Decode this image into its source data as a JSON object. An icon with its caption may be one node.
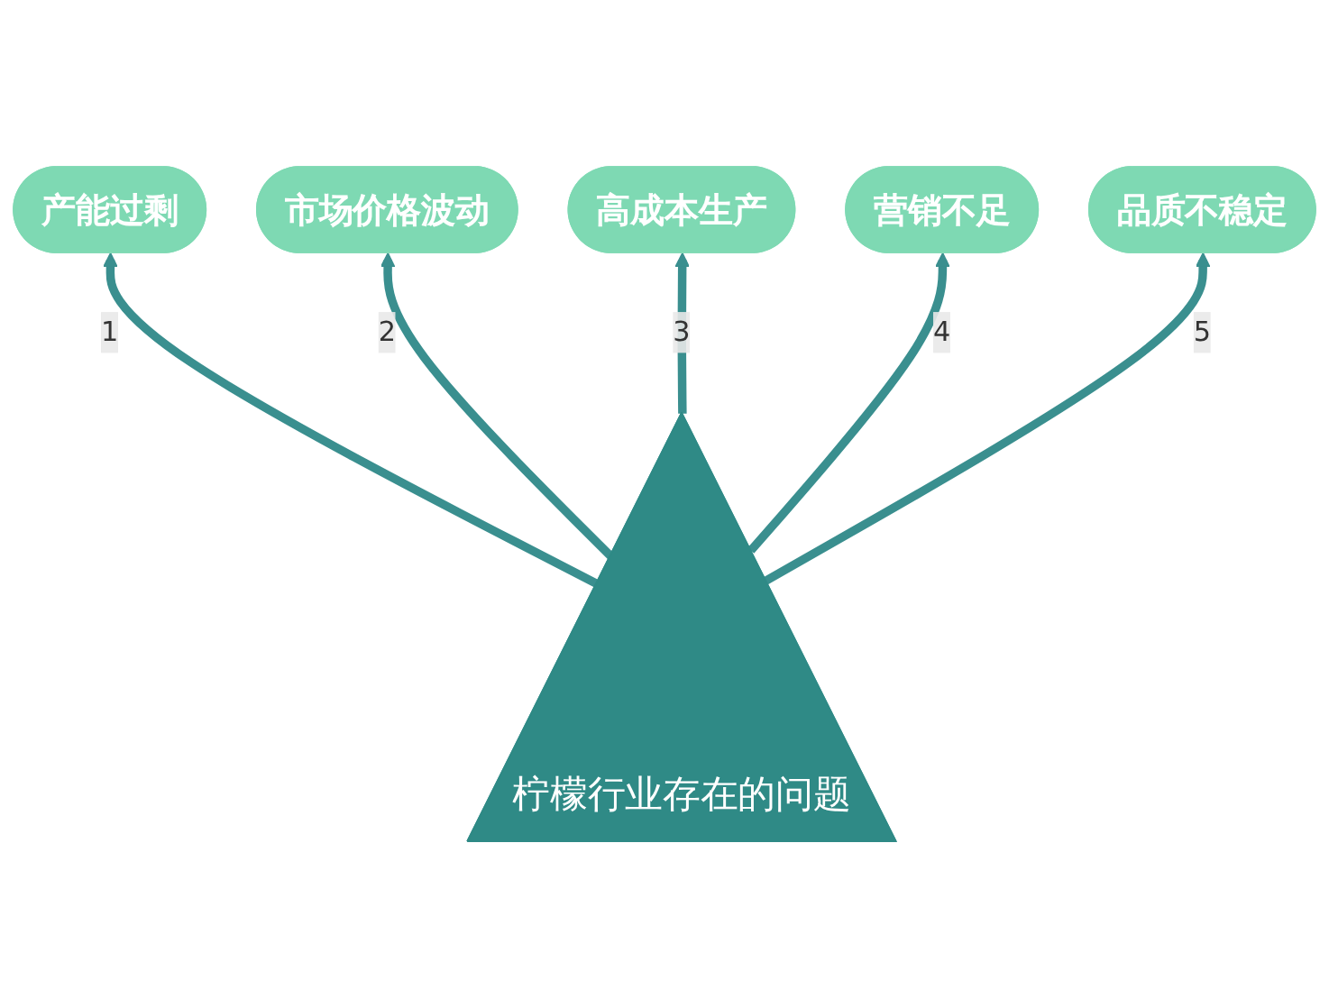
{
  "diagram": {
    "nodes": [
      {
        "text": [
          "柠檬行业存在的问题"
        ]
      },
      {
        "text": [
          "产能过剩"
        ]
      },
      {
        "text": [
          "市场价格波动"
        ]
      },
      {
        "text": [
          "高成本生产"
        ]
      },
      {
        "text": [
          "营销不足"
        ]
      },
      {
        "text": [
          "品质不稳定"
        ]
      }
    ],
    "edges": [
      {
        "from": 0,
        "to": 1,
        "arrow": "to",
        "label": "1"
      },
      {
        "from": 0,
        "to": 2,
        "arrow": "to",
        "label": "2"
      },
      {
        "from": 0,
        "to": 3,
        "arrow": "to",
        "label": "3"
      },
      {
        "from": 0,
        "to": 4,
        "arrow": "to",
        "label": "4"
      },
      {
        "from": 0,
        "to": 5,
        "arrow": "to",
        "label": "5"
      }
    ]
  }
}
